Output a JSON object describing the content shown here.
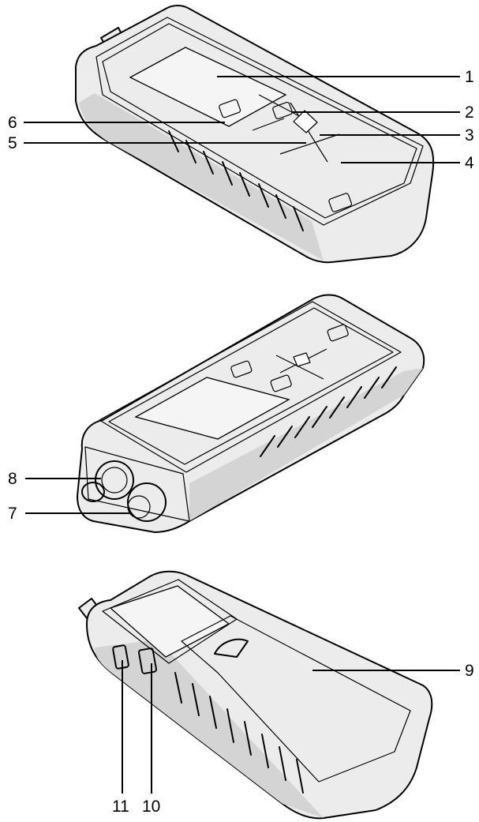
{
  "callouts": {
    "c1": "1",
    "c2": "2",
    "c3": "3",
    "c4": "4",
    "c5": "5",
    "c6": "6",
    "c7": "7",
    "c8": "8",
    "c9": "9",
    "c10": "10",
    "c11": "11"
  },
  "colors": {
    "line": "#000000",
    "housing": "#ececec",
    "shade": "#d4d4d4",
    "background": "#ffffff"
  }
}
